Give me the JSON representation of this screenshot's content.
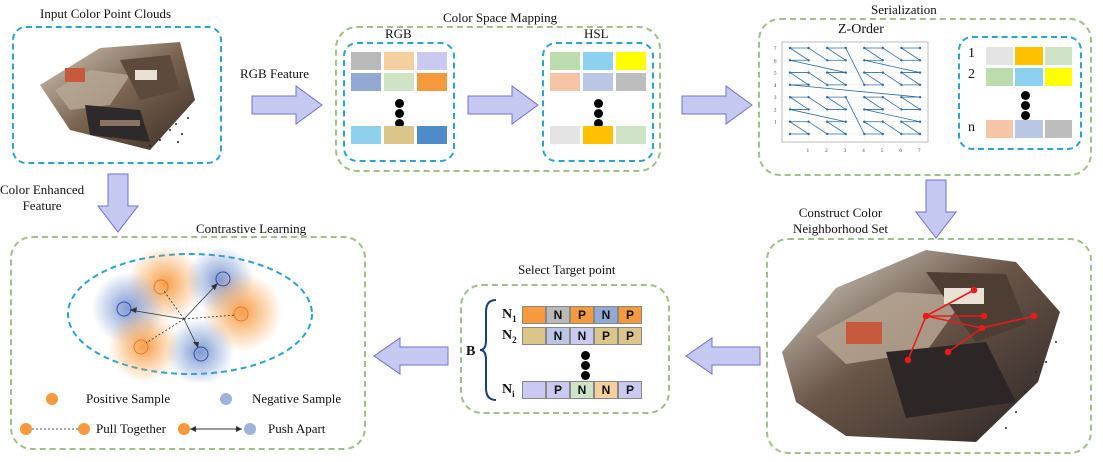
{
  "input_title": "Input Color Point Clouds",
  "rgb_feature": "RGB Feature",
  "color_space_title": "Color Space Mapping",
  "rgb_label": "RGB",
  "hsl_label": "HSL",
  "serialization_title": "Serialization",
  "zorder_label": "Z-Order",
  "zorder_xticks": [
    "1",
    "2",
    "3",
    "4",
    "5",
    "6",
    "7"
  ],
  "zorder_yticks": [
    "1",
    "2",
    "3",
    "4",
    "5",
    "6",
    "7"
  ],
  "serial_row_labels": [
    "1",
    "2",
    "n"
  ],
  "color_enhanced_label": "Color Enhanced\nFeature",
  "color_enhanced_line1": "Color Enhanced",
  "color_enhanced_line2": "Feature",
  "construct_label_line1": "Construct Color",
  "construct_label_line2": "Neighborhood Set",
  "contrastive_title": "Contrastive Learning",
  "select_title": "Select Target point",
  "b_label": "B",
  "rows": [
    {
      "name": "N",
      "sub": "1",
      "cells": [
        "",
        "N",
        "P",
        "N",
        "P"
      ]
    },
    {
      "name": "N",
      "sub": "2",
      "cells": [
        "",
        "N",
        "N",
        "P",
        "P"
      ]
    },
    {
      "name": "N",
      "sub": "i",
      "cells": [
        "",
        "P",
        "N",
        "N",
        "P"
      ]
    }
  ],
  "legend": {
    "positive": "Positive Sample",
    "negative": "Negative Sample",
    "pull": "Pull Together",
    "push": "Push Apart"
  },
  "colors": {
    "orange": "#f79a3e",
    "blue": "#9db3da",
    "green_border": "#9fc28a",
    "blue_border": "#2ba3cf",
    "arrow_fill": "#c5c8f0"
  }
}
